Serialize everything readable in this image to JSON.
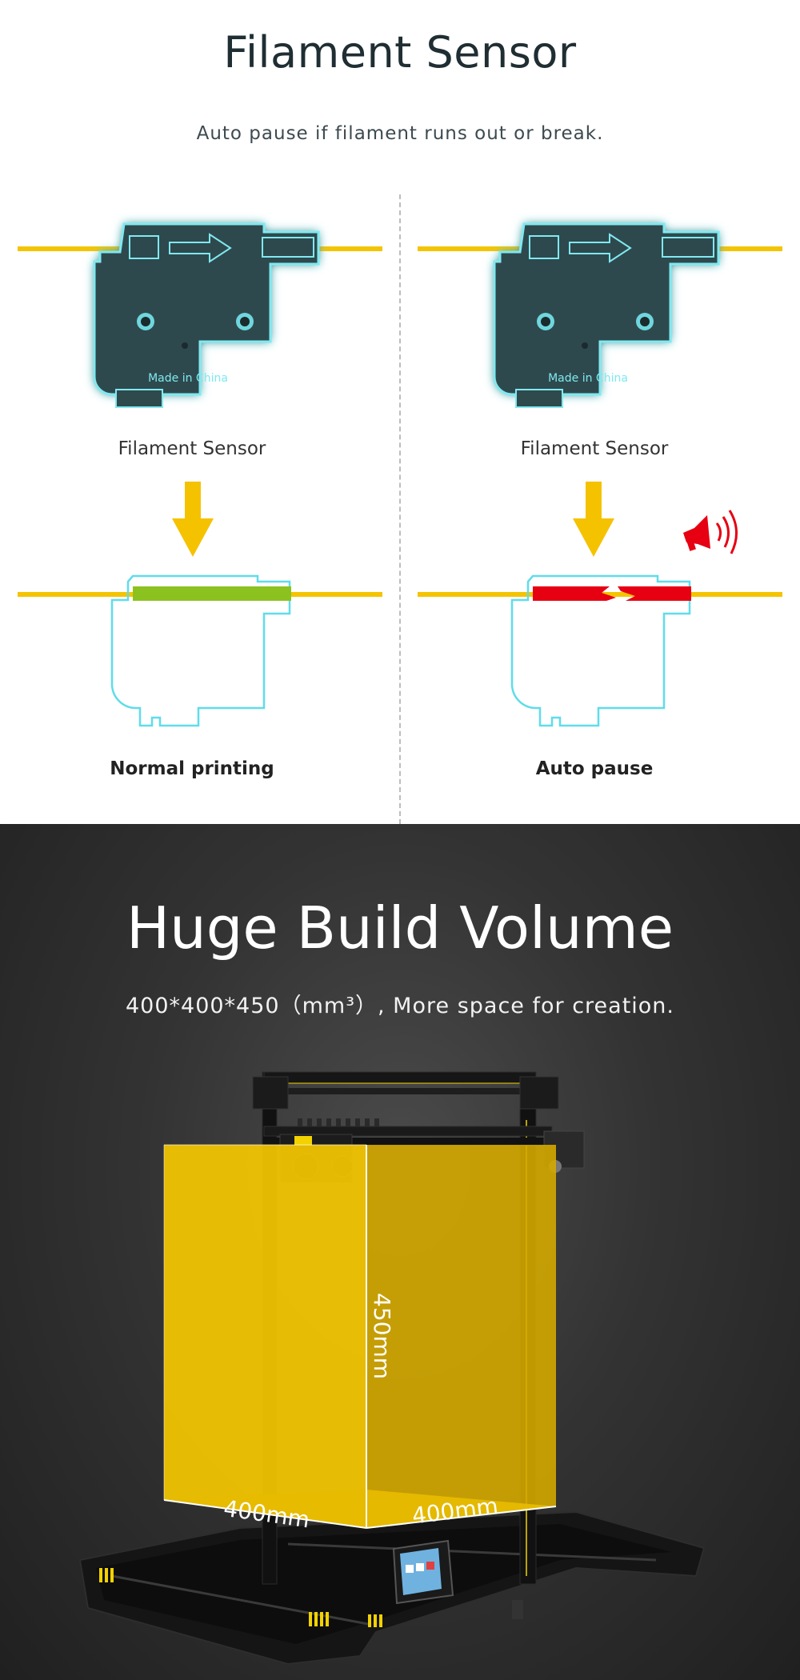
{
  "filament_section": {
    "title": "Filament Sensor",
    "subtitle": "Auto pause if filament runs out or break.",
    "panels": [
      {
        "sensor_caption": "Filament Sensor",
        "engraving": "Made in China",
        "state_caption": "Normal printing",
        "state_color": "#8cc21f"
      },
      {
        "sensor_caption": "Filament Sensor",
        "engraving": "Made in China",
        "state_caption": "Auto pause",
        "state_color": "#e60012"
      }
    ],
    "colors": {
      "filament": "#f4c400",
      "sensor_body": "#2f4a4d",
      "sensor_glow": "#7fe9f0",
      "outline": "#5fdcea",
      "arrow": "#f5c200",
      "alarm": "#e60012"
    },
    "icons": [
      "arrow-down-icon",
      "alarm-speaker-icon"
    ]
  },
  "build_section": {
    "title": "Huge Build Volume",
    "subtitle": "400*400*450（mm³）, More space for creation.",
    "dimensions": {
      "height": "450mm",
      "width": "400mm",
      "depth": "400mm"
    },
    "colors": {
      "volume": "#f5c800",
      "frame": "#1a1a1a",
      "accent": "#f2d200"
    }
  }
}
